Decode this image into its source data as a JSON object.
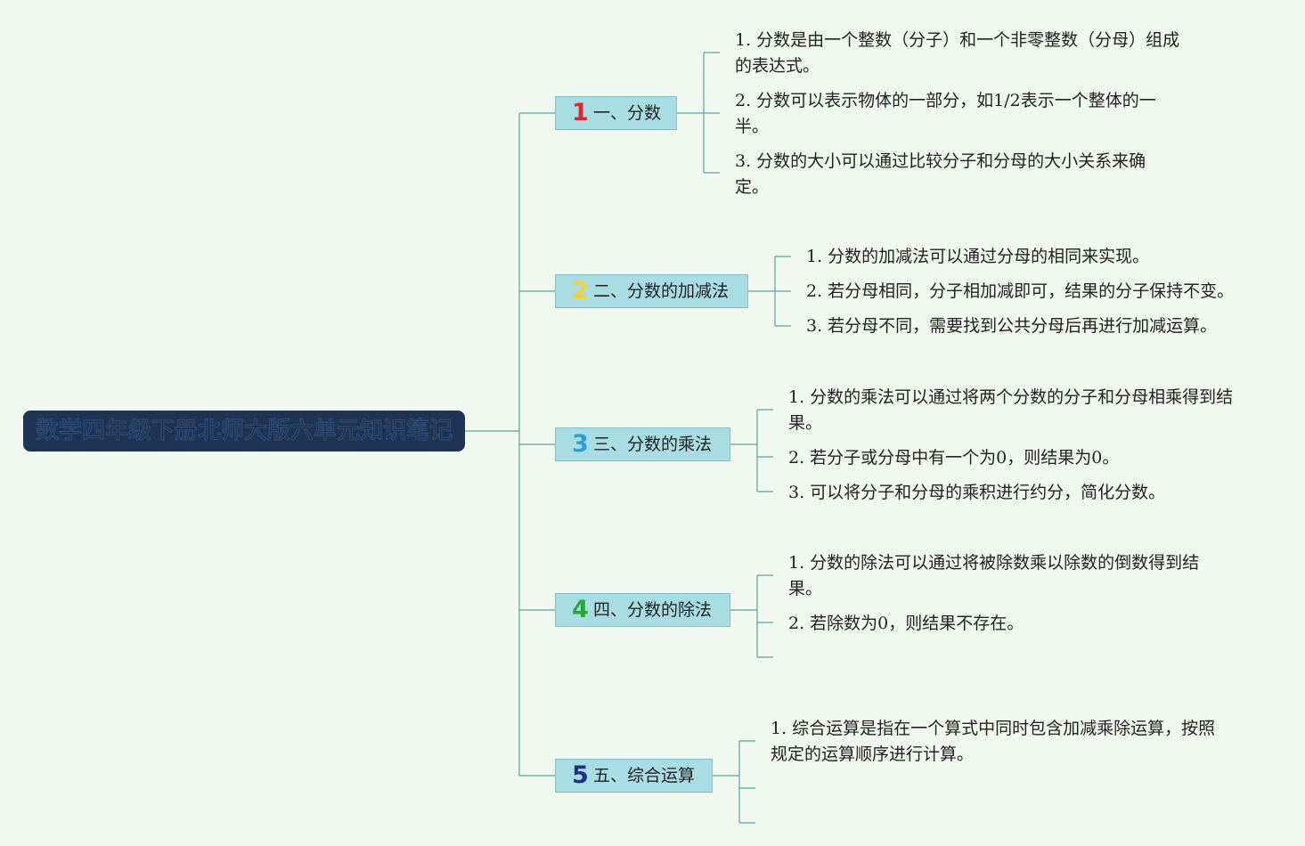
{
  "root": {
    "title": "数学四年级下册北师大版六单元知识笔记"
  },
  "colors": {
    "background": "#f1f8ef",
    "root_fill": "#1f3354",
    "branch_fill": "#a9dde4",
    "connector": "#5aa5a0",
    "num1": "#e0262c",
    "num2": "#f5d23a",
    "num3": "#2e9fd6",
    "num4": "#27a83b",
    "num5": "#1e2f86"
  },
  "branches": [
    {
      "num": "1",
      "label": "一、分数",
      "items": [
        "1. 分数是由一个整数（分子）和一个非零整数（分母）组成的表达式。",
        "2. 分数可以表示物体的一部分，如1/2表示一个整体的一半。",
        "3. 分数的大小可以通过比较分子和分母的大小关系来确定。"
      ]
    },
    {
      "num": "2",
      "label": "二、分数的加减法",
      "items": [
        "1. 分数的加减法可以通过分母的相同来实现。",
        "2. 若分母相同，分子相加减即可，结果的分子保持不变。",
        "3. 若分母不同，需要找到公共分母后再进行加减运算。"
      ]
    },
    {
      "num": "3",
      "label": "三、分数的乘法",
      "items": [
        "1. 分数的乘法可以通过将两个分数的分子和分母相乘得到结果。",
        "2. 若分子或分母中有一个为0，则结果为0。",
        "3. 可以将分子和分母的乘积进行约分，简化分数。"
      ]
    },
    {
      "num": "4",
      "label": "四、分数的除法",
      "items": [
        "1. 分数的除法可以通过将被除数乘以除数的倒数得到结果。",
        "2. 若除数为0，则结果不存在。"
      ]
    },
    {
      "num": "5",
      "label": "五、综合运算",
      "items": [
        "1. 综合运算是指在一个算式中同时包含加减乘除运算，按照规定的运算顺序进行计算。"
      ]
    }
  ]
}
